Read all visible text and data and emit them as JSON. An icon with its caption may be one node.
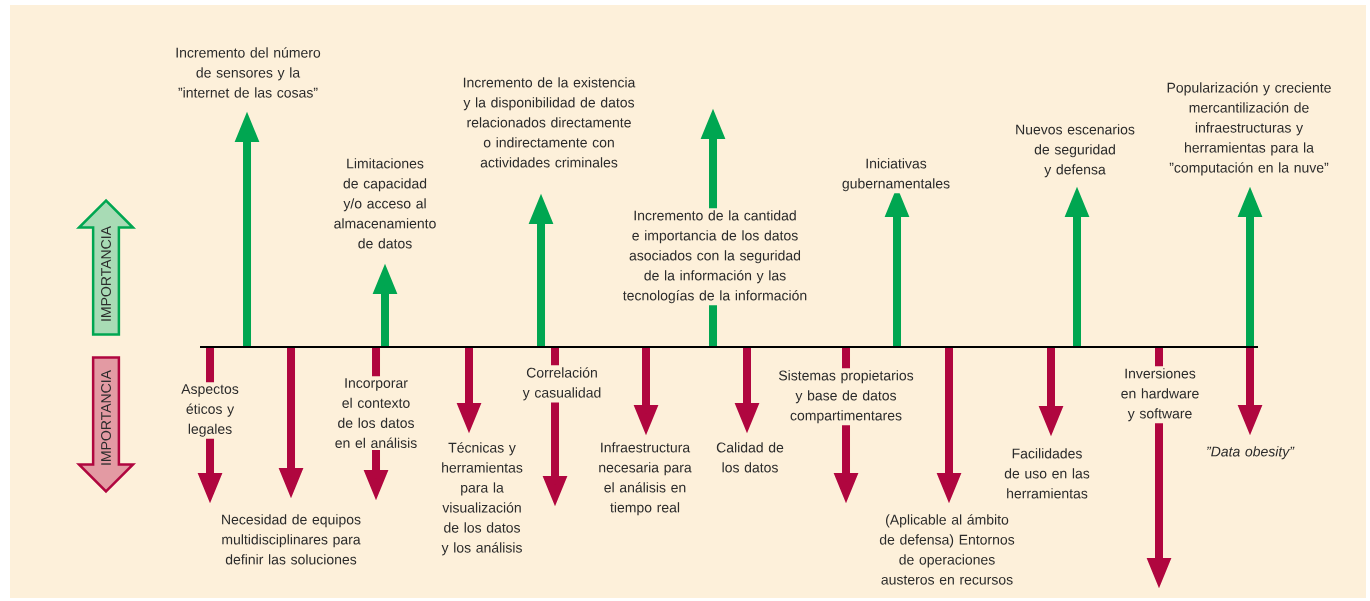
{
  "diagram": {
    "nodes": [
      {
        "text": [
          "IMPORTANCIA"
        ]
      },
      {
        "text": [
          "IMPORTANCIA"
        ]
      }
    ],
    "labels": [
      "Incremento del número de sensores y la ”internet de las cosas”",
      "Limitaciones de capacidad y/o acceso al almacenamiento de datos",
      "Incremento de la existencia y la disponibilidad de datos relacionados directamente o indirectamente con actividades criminales",
      "Incremento de la cantidad e importancia de los datos asociados con la seguridad de la información y las tecnologías de la información",
      "Iniciativas gubernamentales",
      "Nuevos escenarios de seguridad y defensa",
      "Popularización y creciente mercantilización de infraestructuras y herramientas para la ”computación en la nuve”",
      "Aspectos éticos y legales",
      "Necesidad de equipos multidisciplinares para definir las soluciones",
      "Incorporar el contexto de los datos en el análisis",
      "Técnicas y herramientas para la visualización de los datos y los análisis",
      "Correlación y casualidad",
      "Infraestructura necesaria para el análisis en tiempo real",
      "Calidad de los datos",
      "Sistemas propietarios y base de datos compartimentares",
      "(Aplicable al ámbito de defensa) Entornos de operaciones austeros en recursos",
      "Facilidades de uso en las herramientas",
      "Inversiones en hardware y software",
      "”Data obesity”"
    ]
  }
}
